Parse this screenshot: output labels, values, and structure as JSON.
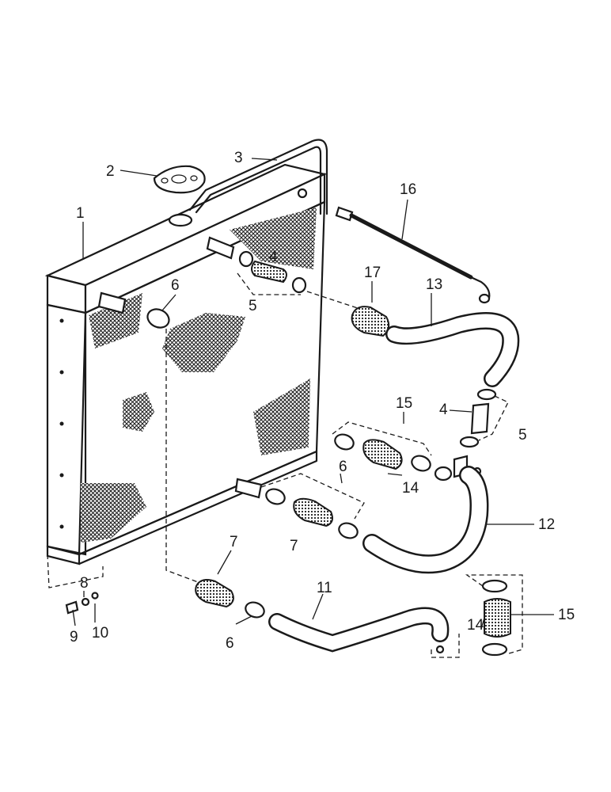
{
  "labels": {
    "p1": "1",
    "p2": "2",
    "p3": "3",
    "p4a": "4",
    "p4b": "4",
    "p5a": "5",
    "p5b": "5",
    "p6a": "6",
    "p6b": "6",
    "p6c": "6",
    "p7a": "7",
    "p7b": "7",
    "p8": "8",
    "p9": "9",
    "p10": "10",
    "p11": "11",
    "p12": "12",
    "p13": "13",
    "p14a": "14",
    "p14b": "14",
    "p15a": "15",
    "p15b": "15",
    "p16": "16",
    "p17": "17"
  },
  "colors": {
    "ink": "#1a1a1a",
    "paper": "#ffffff"
  }
}
